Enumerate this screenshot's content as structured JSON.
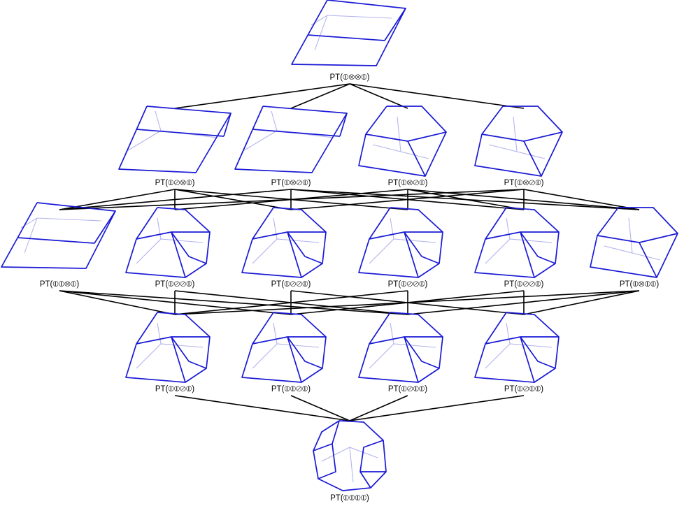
{
  "colors": {
    "front_edges": "#1a1ad6",
    "hidden_edges": "#b4b4ee",
    "cover_edges": "#000000",
    "background": "#ffffff"
  },
  "nodes": [
    {
      "id": "n0",
      "label": "PT(⦶⊗⊗⦶)",
      "shape": "parallelepiped"
    },
    {
      "id": "n1a",
      "label": "PT(⦶⊘⊗⦶)",
      "shape": "hex-prism-flat"
    },
    {
      "id": "n1b",
      "label": "PT(⦶⊗⊘⦶)",
      "shape": "hex-prism-flat"
    },
    {
      "id": "n1c",
      "label": "PT(⦶⊗⊘⦶)",
      "shape": "hex-prism-tall"
    },
    {
      "id": "n1d",
      "label": "PT(⦶⊗⊘⦶)",
      "shape": "hex-prism-tall"
    },
    {
      "id": "n2a",
      "label": "PT(⦶⦶⊗⦶)",
      "shape": "parallelepiped"
    },
    {
      "id": "n2b",
      "label": "PT(⦶⊘⊘⦶)",
      "shape": "truncated"
    },
    {
      "id": "n2c",
      "label": "PT(⦶⊘⊘⦶)",
      "shape": "truncated"
    },
    {
      "id": "n2d",
      "label": "PT(⦶⊘⊘⦶)",
      "shape": "truncated"
    },
    {
      "id": "n2e",
      "label": "PT(⦶⊘⊘⦶)",
      "shape": "truncated"
    },
    {
      "id": "n2f",
      "label": "PT(⦶⊗⦶⦶)",
      "shape": "hex-prism-tall"
    },
    {
      "id": "n3a",
      "label": "PT(⦶⦶⊘⦶)",
      "shape": "truncated"
    },
    {
      "id": "n3b",
      "label": "PT(⦶⦶⊘⦶)",
      "shape": "truncated"
    },
    {
      "id": "n3c",
      "label": "PT(⦶⊘⦶⦶)",
      "shape": "truncated"
    },
    {
      "id": "n3d",
      "label": "PT(⦶⊘⦶⦶)",
      "shape": "truncated"
    },
    {
      "id": "n4",
      "label": "PT(⦶⦶⦶⦶)",
      "shape": "permutohedron"
    }
  ],
  "edges": [
    [
      "n0",
      "n1a"
    ],
    [
      "n0",
      "n1b"
    ],
    [
      "n0",
      "n1c"
    ],
    [
      "n0",
      "n1d"
    ],
    [
      "n1a",
      "n2a"
    ],
    [
      "n1a",
      "n2b"
    ],
    [
      "n1a",
      "n2c"
    ],
    [
      "n1a",
      "n2d"
    ],
    [
      "n1b",
      "n2a"
    ],
    [
      "n1b",
      "n2c"
    ],
    [
      "n1b",
      "n2e"
    ],
    [
      "n1b",
      "n2f"
    ],
    [
      "n1c",
      "n2b"
    ],
    [
      "n1c",
      "n2d"
    ],
    [
      "n1c",
      "n2e"
    ],
    [
      "n1c",
      "n2f"
    ],
    [
      "n1d",
      "n2a"
    ],
    [
      "n1d",
      "n2c"
    ],
    [
      "n1d",
      "n2e"
    ],
    [
      "n1d",
      "n2f"
    ],
    [
      "n2a",
      "n3a"
    ],
    [
      "n2a",
      "n3b"
    ],
    [
      "n2a",
      "n3c"
    ],
    [
      "n2b",
      "n3a"
    ],
    [
      "n2b",
      "n3c"
    ],
    [
      "n2c",
      "n3b"
    ],
    [
      "n2c",
      "n3d"
    ],
    [
      "n2d",
      "n3a"
    ],
    [
      "n2d",
      "n3c"
    ],
    [
      "n2e",
      "n3b"
    ],
    [
      "n2e",
      "n3d"
    ],
    [
      "n2f",
      "n3a"
    ],
    [
      "n2f",
      "n3c"
    ],
    [
      "n2f",
      "n3d"
    ],
    [
      "n3a",
      "n4"
    ],
    [
      "n3b",
      "n4"
    ],
    [
      "n3c",
      "n4"
    ],
    [
      "n3d",
      "n4"
    ]
  ]
}
